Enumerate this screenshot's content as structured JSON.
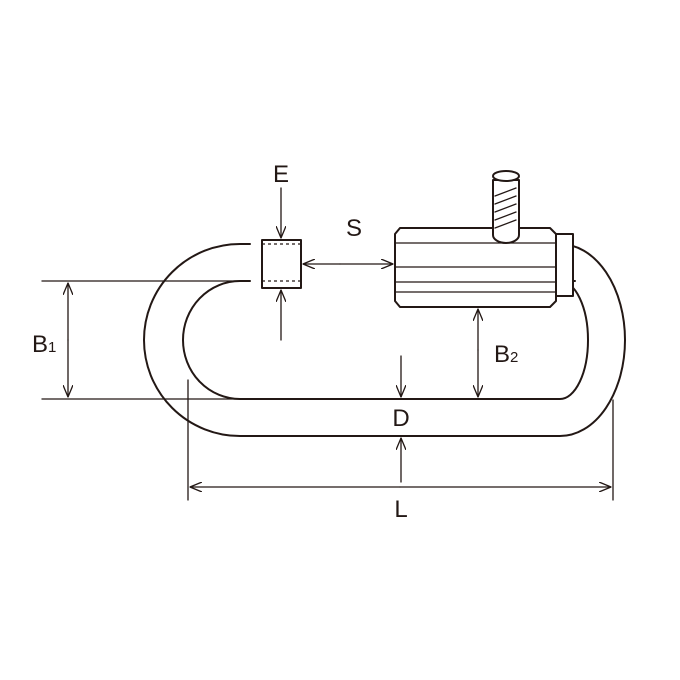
{
  "labels": {
    "E": "E",
    "S": "S",
    "B1": {
      "main": "B",
      "sub": "1"
    },
    "B2": {
      "main": "B",
      "sub": "2"
    },
    "D": "D",
    "L": "L"
  }
}
